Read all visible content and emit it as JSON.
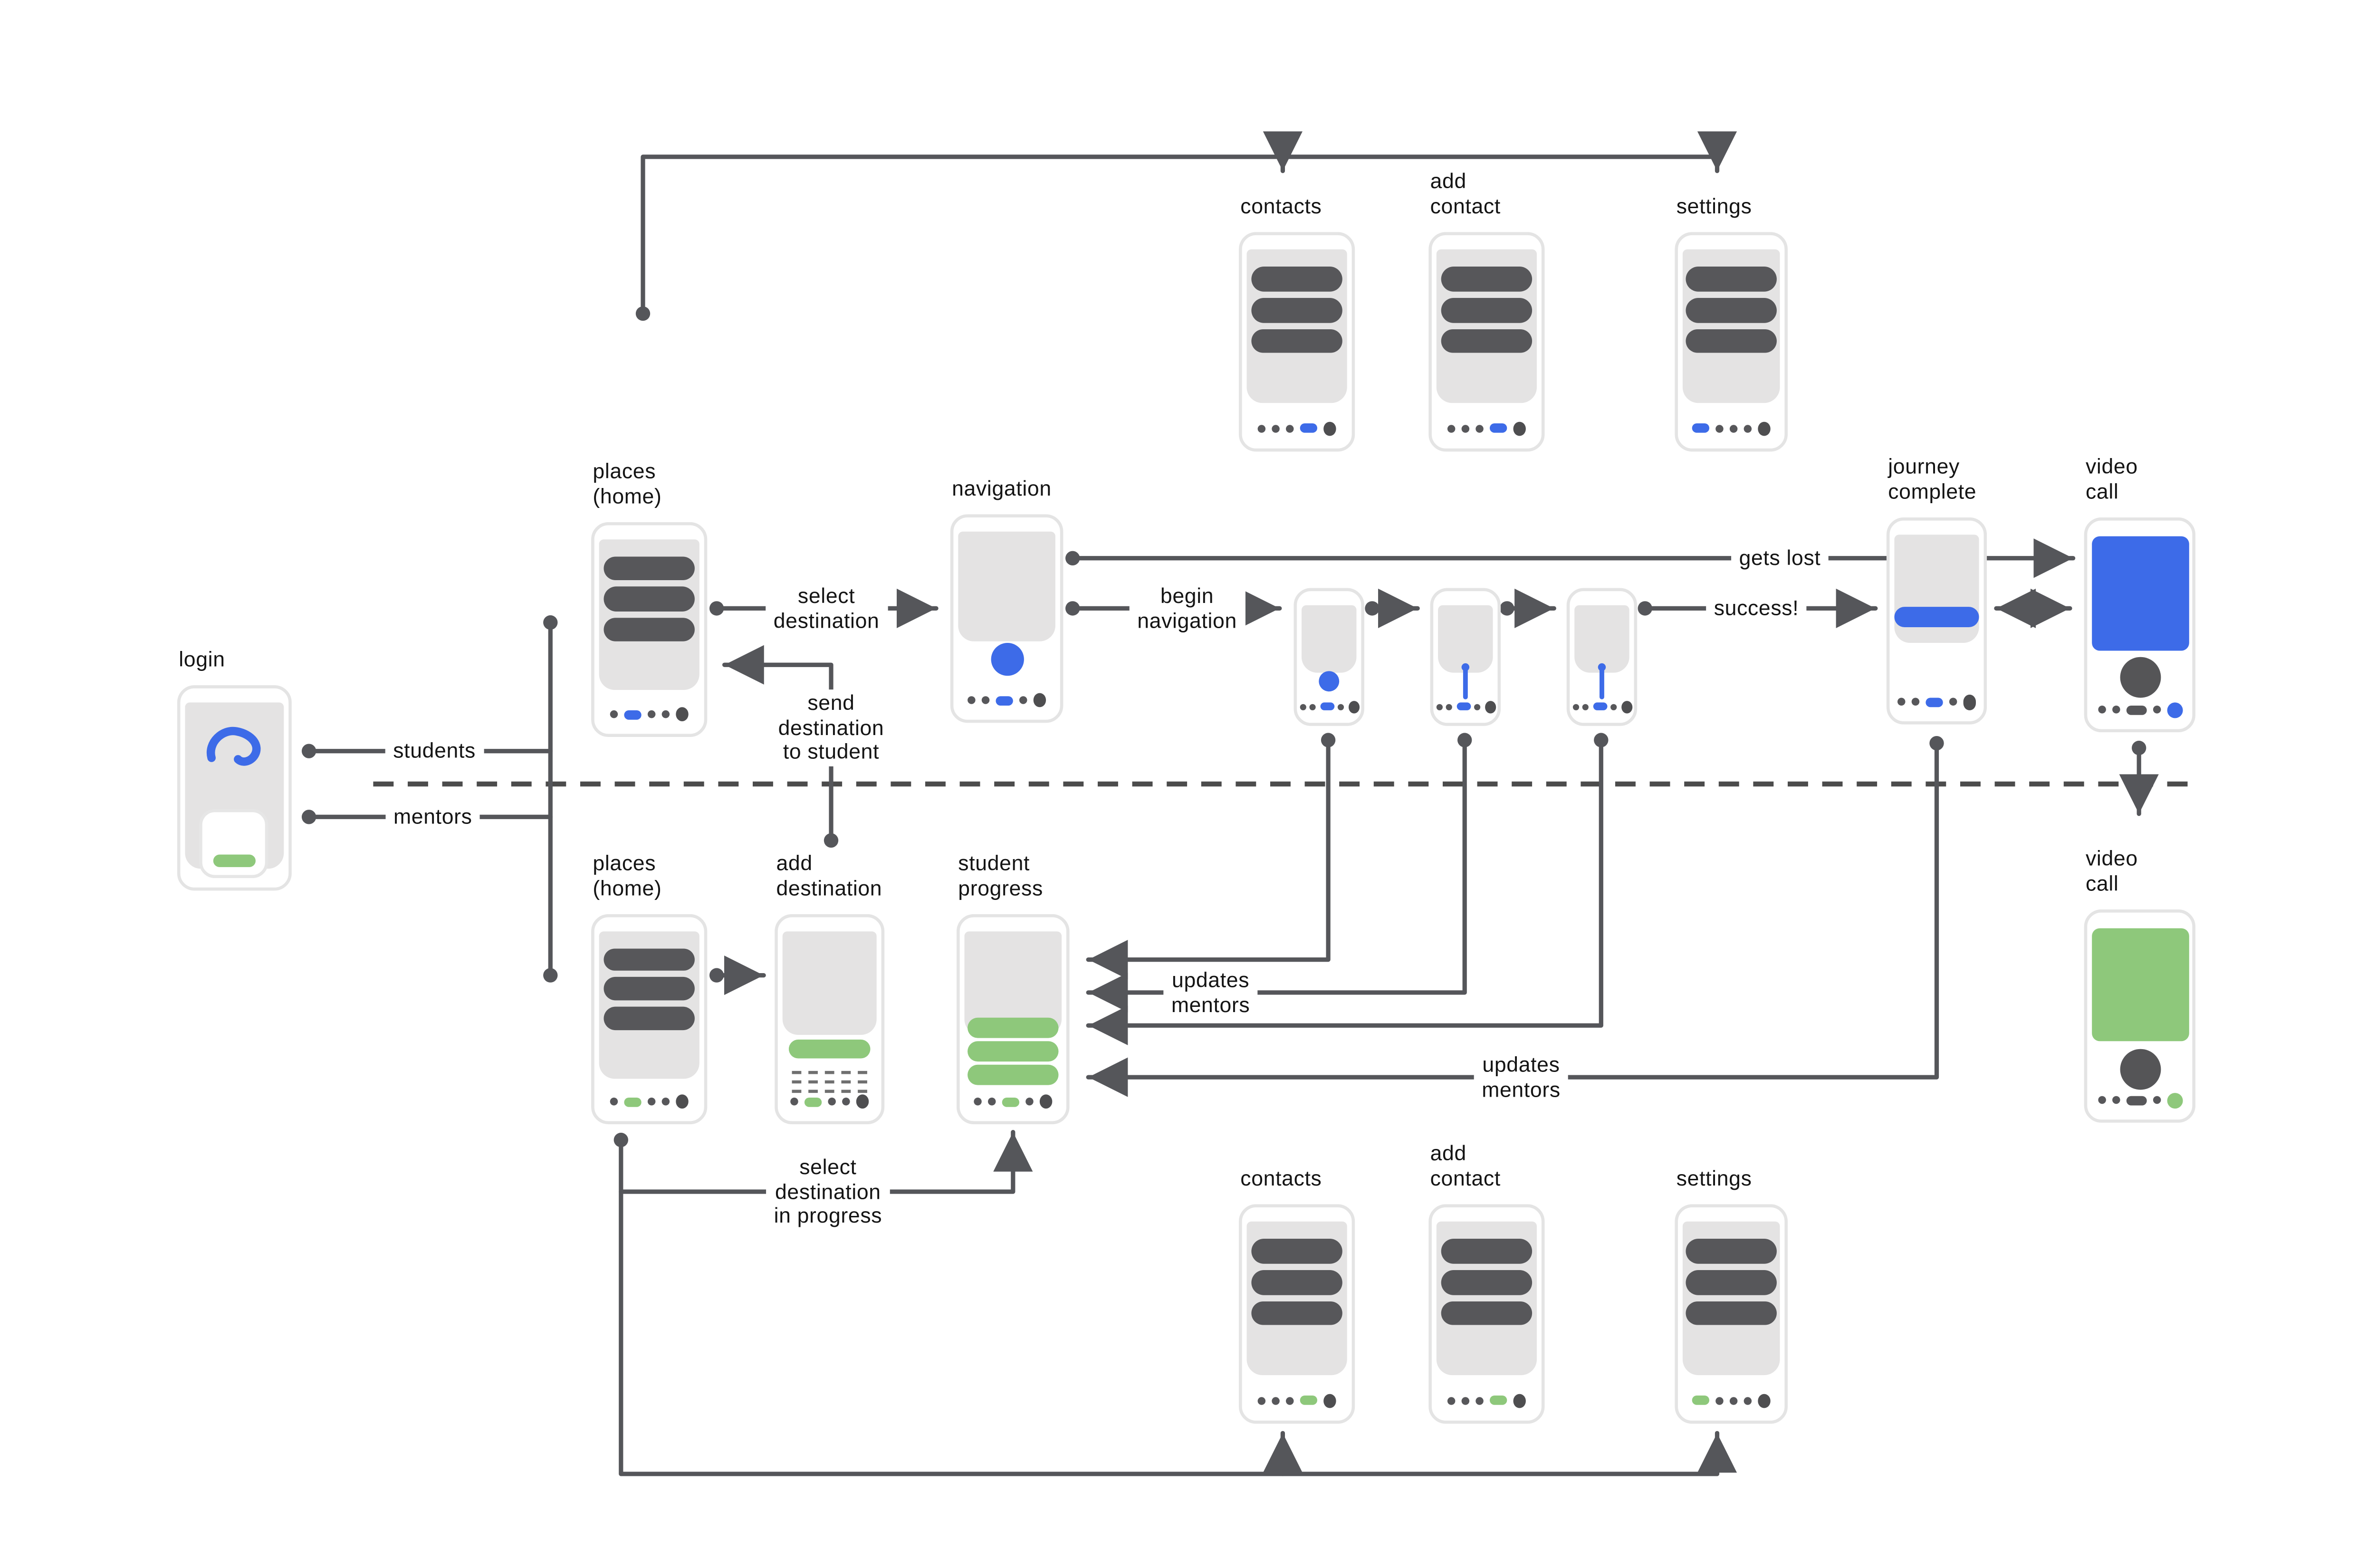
{
  "diagram_title": "",
  "colors": {
    "blue": "#3d6be8",
    "green": "#8ec87b",
    "dark_bar": "#57575a",
    "wire": "#55565a",
    "divider": "#4c4c4c",
    "screen": "#e4e3e3",
    "phone_border": "#e4e4e4",
    "text": "#141414"
  },
  "lanes": {
    "top": "students",
    "bottom": "mentors"
  },
  "phones": {
    "login": {
      "label": "login",
      "variant": "login",
      "accent": "blue",
      "active_dot": 0
    },
    "places_home_students": {
      "label": "places\n(home)",
      "variant": "list",
      "accent": "blue",
      "active_dot": 2
    },
    "navigation": {
      "label": "navigation",
      "variant": "nav",
      "accent": "blue",
      "active_dot": 3
    },
    "nav_step_1": {
      "label": "",
      "variant": "nav-small-dot",
      "accent": "blue",
      "active_dot": 3
    },
    "nav_step_2": {
      "label": "",
      "variant": "nav-small-route",
      "accent": "blue",
      "active_dot": 3
    },
    "nav_step_3": {
      "label": "",
      "variant": "nav-small-route",
      "accent": "blue",
      "active_dot": 3
    },
    "journey_complete": {
      "label": "journey\ncomplete",
      "variant": "journey",
      "accent": "blue",
      "active_dot": 3
    },
    "video_call_students": {
      "label": "video\ncall",
      "variant": "video",
      "accent": "blue",
      "active_dot": 5
    },
    "contacts_students": {
      "label": "contacts",
      "variant": "list",
      "accent": "blue",
      "active_dot": 4
    },
    "add_contact_students": {
      "label": "add\ncontact",
      "variant": "list",
      "accent": "blue",
      "active_dot": 4
    },
    "settings_students": {
      "label": "settings",
      "variant": "list",
      "accent": "blue",
      "active_dot": 1
    },
    "places_home_mentors": {
      "label": "places\n(home)",
      "variant": "list",
      "accent": "green",
      "active_dot": 2
    },
    "add_destination": {
      "label": "add\ndestination",
      "variant": "add-destination",
      "accent": "green",
      "active_dot": 2
    },
    "student_progress": {
      "label": "student\nprogress",
      "variant": "progress",
      "accent": "green",
      "active_dot": 3
    },
    "video_call_mentors": {
      "label": "video\ncall",
      "variant": "video",
      "accent": "green",
      "active_dot": 5
    },
    "contacts_mentors": {
      "label": "contacts",
      "variant": "list",
      "accent": "green",
      "active_dot": 4
    },
    "add_contact_mentors": {
      "label": "add\ncontact",
      "variant": "list",
      "accent": "green",
      "active_dot": 4
    },
    "settings_mentors": {
      "label": "settings",
      "variant": "list",
      "accent": "green",
      "active_dot": 1
    }
  },
  "edges": {
    "students": {
      "label": "students"
    },
    "mentors": {
      "label": "mentors"
    },
    "select_destination": {
      "label": "select\ndestination"
    },
    "send_destination": {
      "label": "send\ndestination\nto student"
    },
    "begin_navigation": {
      "label": "begin\nnavigation"
    },
    "gets_lost": {
      "label": "gets lost"
    },
    "success": {
      "label": "success!"
    },
    "updates_mentors_nav": {
      "label": "updates\nmentors"
    },
    "updates_mentors_journey": {
      "label": "updates\nmentors"
    },
    "select_destination_in_progress": {
      "label": "select\ndestination\nin progress"
    }
  }
}
